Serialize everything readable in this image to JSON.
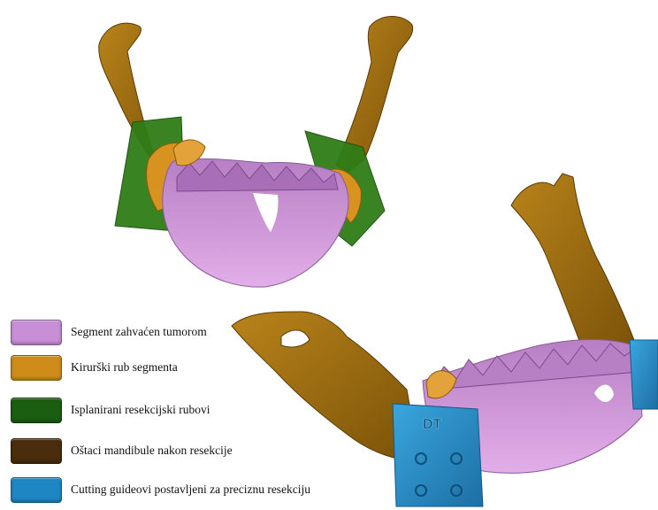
{
  "legend": {
    "items": [
      {
        "label": "Segment zahvaćen tumorom",
        "color": "#c98fd6"
      },
      {
        "label": "Kirurški rub segmenta",
        "color": "#d08c1a"
      },
      {
        "label": "Isplanirani resekcijski rubovi",
        "color": "#1b5e12"
      },
      {
        "label": "Oštaci mandibule nakon resekcije",
        "color": "#4a2d0c"
      },
      {
        "label": "Cutting guideovi postavljeni za preciznu resekciju",
        "color": "#1f86c4"
      }
    ]
  },
  "guide_marking": "DT",
  "colors": {
    "tumor_segment": "#d79be0",
    "surgical_margin": "#cf8a1c",
    "resection_planes": "#2e7a16",
    "mandible_remains": "#9a6a10",
    "cutting_guides": "#2a92cf"
  }
}
